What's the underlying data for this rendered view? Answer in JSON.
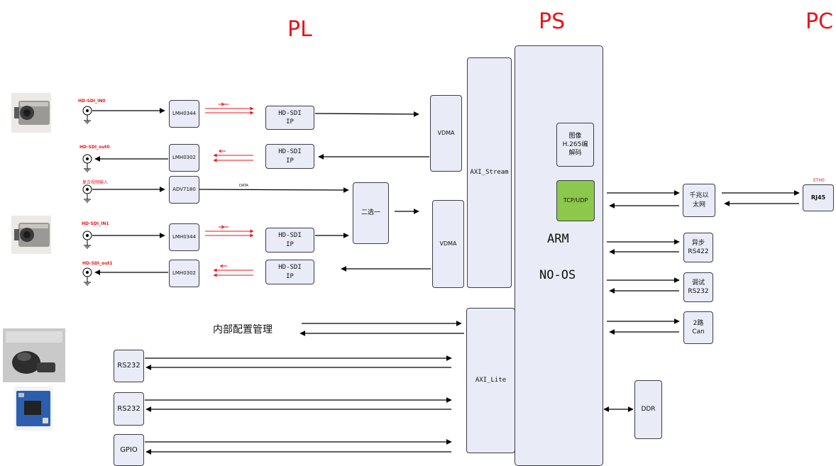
{
  "sections": {
    "pl": "PL",
    "ps": "PS",
    "pc": "PC"
  },
  "inputs": {
    "sdi_in0": "HD-SDI_IN0",
    "sdi_out0": "HD-SDI_out0",
    "cvbs_in": "复合视频输入",
    "sdi_in1": "HD-SDI_IN1",
    "sdi_out1": "HD-SDI_out1",
    "eth0": "ETH0",
    "data": "DATA"
  },
  "blocks": {
    "lmh0344_a": "LMH0344",
    "lmh0302_a": "LMH0302",
    "adv7180": "ADV7180",
    "lmh0344_b": "LMH0344",
    "lmh0302_b": "LMH0302",
    "hdsdi_ip_1": "HD-SDI\nIP",
    "hdsdi_ip_2": "HD-SDI\nIP",
    "hdsdi_ip_3": "HD-SDI\nIP",
    "hdsdi_ip_4": "HD-SDI\nIP",
    "mux": "二选一",
    "vdma_1": "VDMA",
    "vdma_2": "VDMA",
    "axi_stream": "AXI_Stream",
    "axi_lite": "AXI_Lite",
    "codec": "图像\nH.265编\n解码",
    "tcp_udp": "TCP/UDP",
    "arm": "ARM",
    "os": "NO-OS",
    "gbe": "千兆以\n太网",
    "rj45": "RJ45",
    "rs422": "异步\nRS422",
    "rs232_debug": "调试\nRS232",
    "can": "2路\nCan",
    "ddr": "DDR",
    "rs232_a": "RS232",
    "rs232_b": "RS232",
    "gpio": "GPIO"
  },
  "internal_config": "内部配置管理",
  "colors": {
    "section": "#e8151b",
    "block_fill": "#e9ecf6",
    "tcp_fill": "#8cc84b",
    "border": "#3c3c44",
    "signal": "#e8151b",
    "wire": "#000000"
  }
}
